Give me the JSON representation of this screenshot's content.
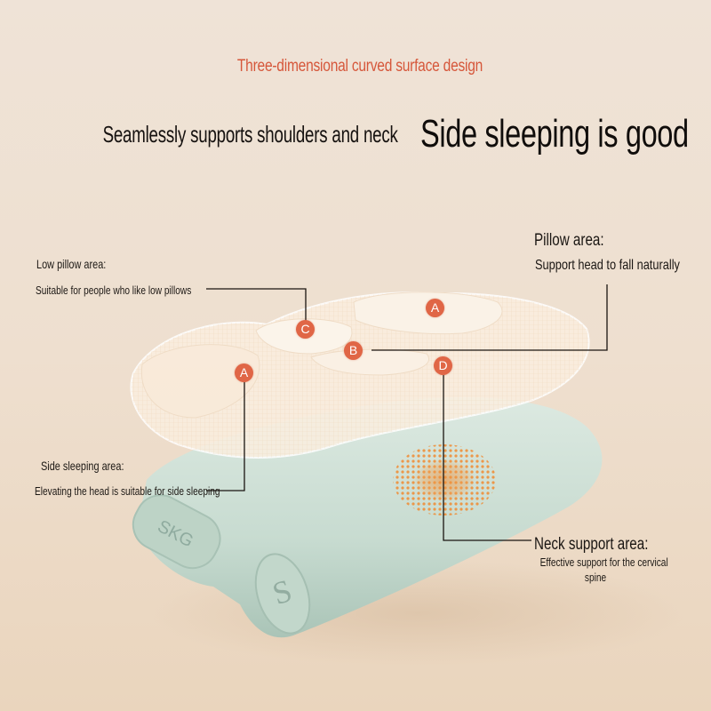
{
  "header": {
    "subtitle": "Three-dimensional curved surface design",
    "headline_left": "Seamlessly supports shoulders and neck",
    "headline_right": "Side sleeping is good"
  },
  "callouts": {
    "low_pillow": {
      "title": "Low pillow area:",
      "desc": "Suitable for people who like low pillows",
      "marker": "C"
    },
    "pillow": {
      "title": "Pillow area:",
      "desc": "Support head to fall naturally",
      "marker": "B"
    },
    "side_sleeping": {
      "title": "Side sleeping area:",
      "desc": "Elevating the head is suitable for side sleeping",
      "marker": "A"
    },
    "neck_support": {
      "title": "Neck support area:",
      "desc_line1": "Effective support for the cervical",
      "desc_line2": "spine",
      "marker": "D"
    }
  },
  "markers": {
    "a_top": "A",
    "a_left": "A",
    "b": "B",
    "c": "C",
    "d": "D"
  },
  "product": {
    "brand_emboss": "SKG",
    "end_cap_logo": "S"
  },
  "colors": {
    "accent": "#e06646",
    "subtitle": "#d6573b",
    "background": "#eedfcf",
    "pillow_body": "#c9ddd1",
    "heat_pattern": "#f08a30"
  }
}
